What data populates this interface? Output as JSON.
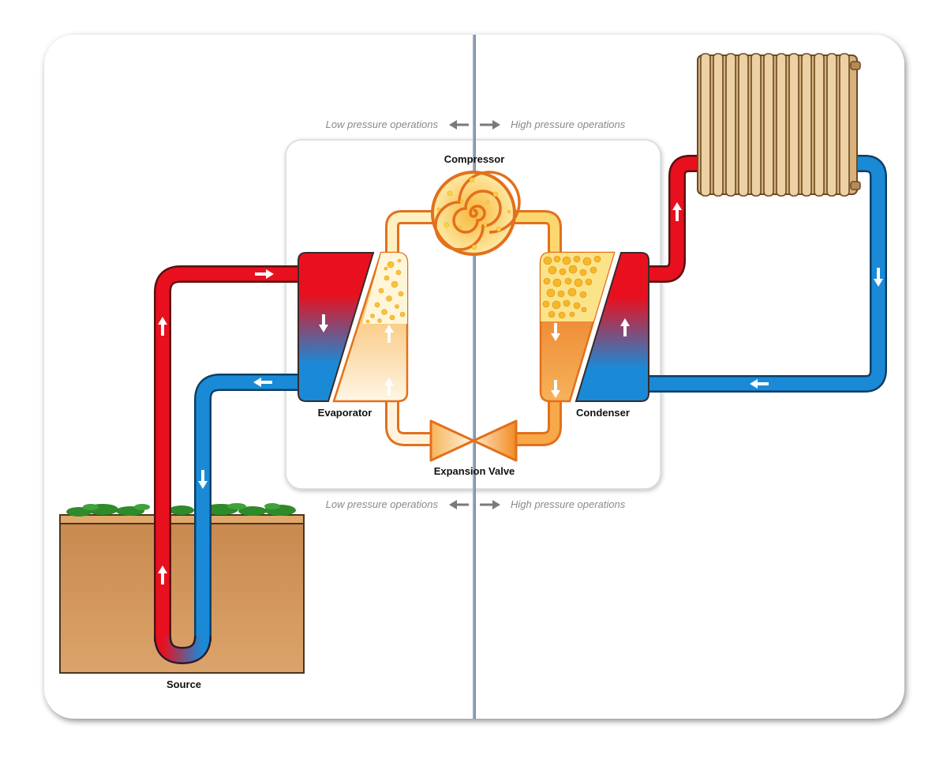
{
  "labels": {
    "compressor": "Compressor",
    "evaporator": "Evaporator",
    "condenser": "Condenser",
    "expansion_valve": "Expansion Valve",
    "source": "Source"
  },
  "pressure": {
    "low": "Low pressure operations",
    "high": "High pressure operations"
  },
  "colors": {
    "hot": "#e8101e",
    "cold": "#1a8ad6",
    "refrigerant_liquid": "#ef8a1e",
    "refrigerant_gas": "#fbe08a",
    "refrigerant_outline": "#e2701c",
    "soil": "#cf945a",
    "grass": "#2f8a2a",
    "radiator": "#e6c48e",
    "divider": "#7f92a8"
  },
  "icons": {
    "arrow": "white-flow-arrow",
    "pressure_arrows": "double-headed-grey-arrow"
  }
}
